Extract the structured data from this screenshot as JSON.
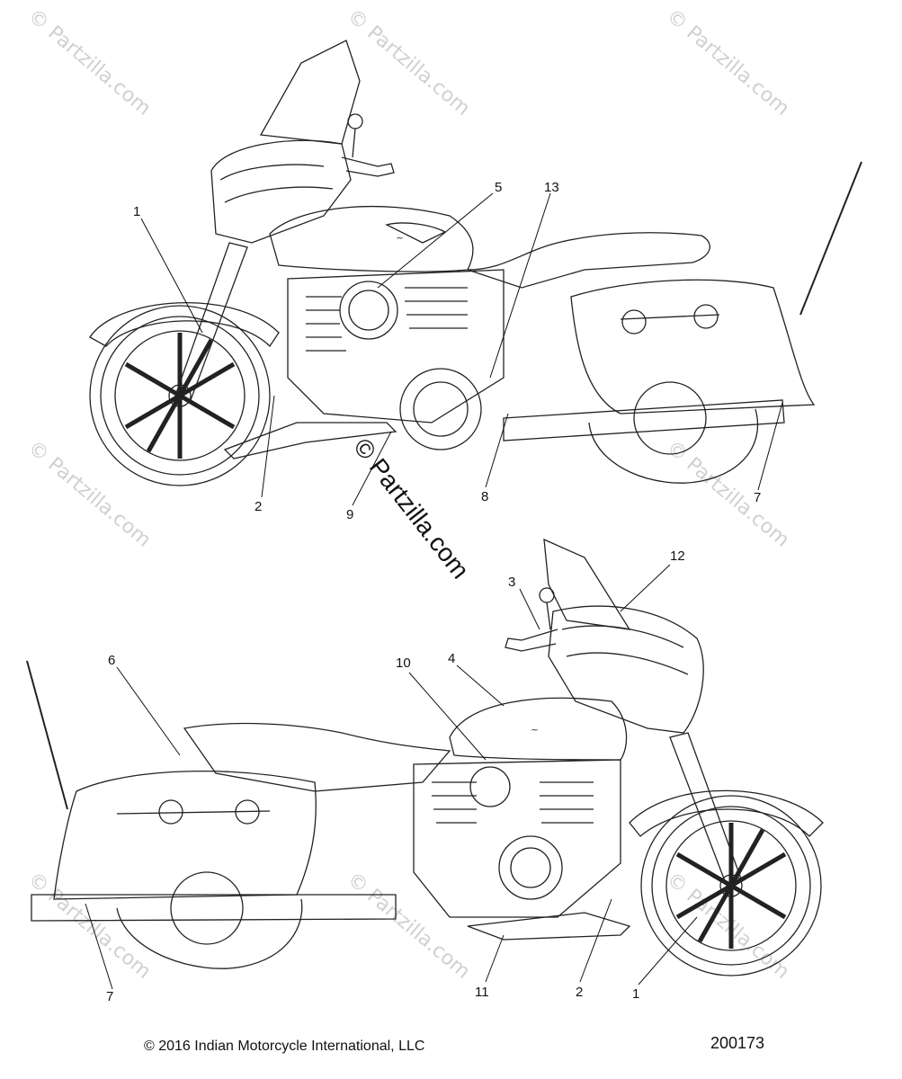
{
  "watermark": {
    "tile_text": "© Partzilla.com",
    "center_text": "© Partzilla.com"
  },
  "callouts_top": [
    "1",
    "5",
    "13",
    "2",
    "9",
    "8",
    "7"
  ],
  "callouts_bottom": [
    "3",
    "12",
    "6",
    "4",
    "10",
    "7",
    "11",
    "2",
    "1"
  ],
  "footer": {
    "copyright": "© 2016 Indian Motorcycle International, LLC",
    "diagram_id": "200173"
  }
}
